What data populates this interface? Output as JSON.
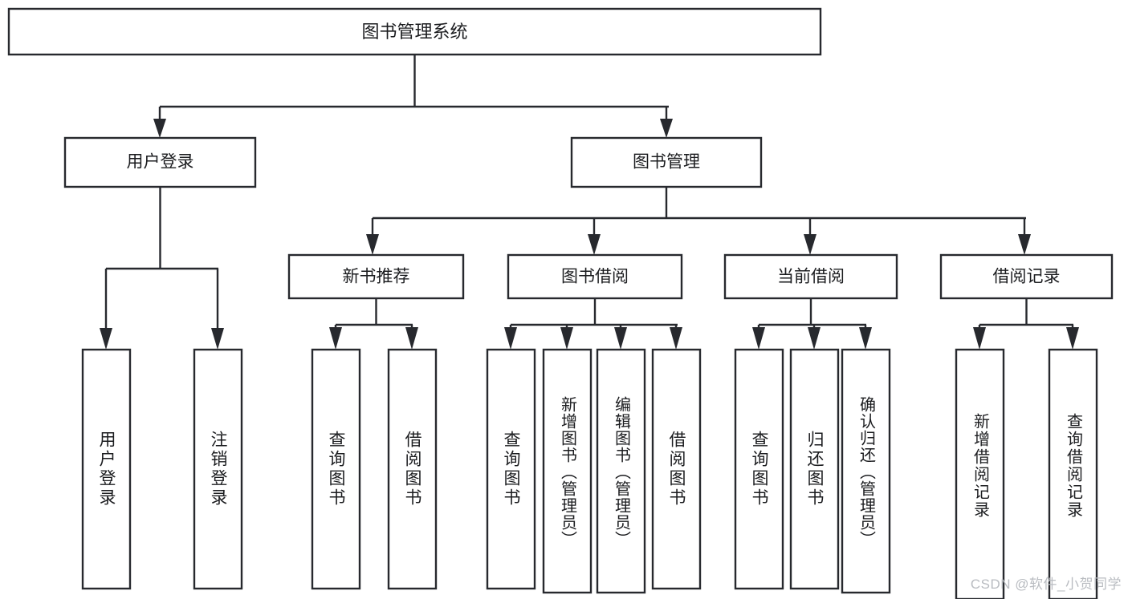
{
  "diagram": {
    "type": "tree-hierarchy-chart",
    "title": "图书管理系统",
    "watermark": "CSDN @软件_小贺同学",
    "colors": {
      "stroke": "#27292e",
      "fill": "#ffffff",
      "text": "#1b1c1f",
      "watermark": "#b9bcc1",
      "background": "#ffffff"
    },
    "root": {
      "label": "图书管理系统",
      "orientation": "horizontal"
    },
    "level2": [
      {
        "label": "用户登录",
        "orientation": "horizontal"
      },
      {
        "label": "图书管理",
        "orientation": "horizontal"
      }
    ],
    "level3": [
      {
        "label": "新书推荐",
        "orientation": "horizontal",
        "parent": "图书管理"
      },
      {
        "label": "图书借阅",
        "orientation": "horizontal",
        "parent": "图书管理"
      },
      {
        "label": "当前借阅",
        "orientation": "horizontal",
        "parent": "图书管理"
      },
      {
        "label": "借阅记录",
        "orientation": "horizontal",
        "parent": "图书管理"
      }
    ],
    "leaves": [
      {
        "label": "用户登录",
        "parent": "用户登录",
        "orientation": "vertical"
      },
      {
        "label": "注销登录",
        "parent": "用户登录",
        "orientation": "vertical"
      },
      {
        "label": "查询图书",
        "parent": "新书推荐",
        "orientation": "vertical"
      },
      {
        "label": "借阅图书",
        "parent": "新书推荐",
        "orientation": "vertical"
      },
      {
        "label": "查询图书",
        "parent": "图书借阅",
        "orientation": "vertical"
      },
      {
        "label": "新增图书（管理员）",
        "parent": "图书借阅",
        "orientation": "vertical"
      },
      {
        "label": "编辑图书（管理员）",
        "parent": "图书借阅",
        "orientation": "vertical"
      },
      {
        "label": "借阅图书",
        "parent": "图书借阅",
        "orientation": "vertical"
      },
      {
        "label": "查询图书",
        "parent": "当前借阅",
        "orientation": "vertical"
      },
      {
        "label": "归还图书",
        "parent": "当前借阅",
        "orientation": "vertical"
      },
      {
        "label": "确认归还（管理员）",
        "parent": "当前借阅",
        "orientation": "vertical"
      },
      {
        "label": "新增借阅记录",
        "parent": "借阅记录",
        "orientation": "vertical"
      },
      {
        "label": "查询借阅记录",
        "parent": "借阅记录",
        "orientation": "vertical"
      }
    ]
  }
}
